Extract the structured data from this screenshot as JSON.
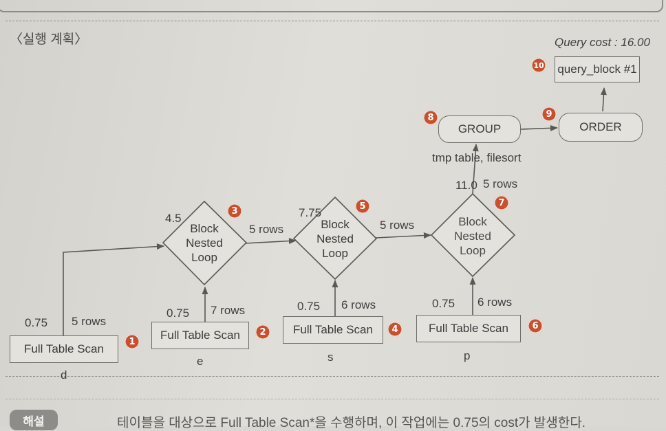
{
  "heading": "〈실행 계획〉",
  "query_cost": "Query cost : 16.00",
  "nodes": {
    "query_block": "query_block #1",
    "group": "GROUP",
    "order": "ORDER",
    "group_note": "tmp table, filesort",
    "scan_d": "Full Table Scan",
    "scan_e": "Full Table Scan",
    "scan_s": "Full Table Scan",
    "scan_p": "Full Table Scan",
    "bnl_1": "Block\nNested\nLoop",
    "bnl_2": "Block\nNested\nLoop",
    "bnl_3": "Block\nNested\nLoop"
  },
  "table_names": {
    "d": "d",
    "e": "e",
    "s": "s",
    "p": "p"
  },
  "badges": [
    "1",
    "2",
    "3",
    "4",
    "5",
    "6",
    "7",
    "8",
    "9",
    "10"
  ],
  "edges": {
    "d_cost": "0.75",
    "d_rows": "5 rows",
    "e_cost": "0.75",
    "e_rows": "7 rows",
    "s_cost": "0.75",
    "s_rows": "6 rows",
    "p_cost": "0.75",
    "p_rows": "6 rows",
    "bnl1_cost": "4.5",
    "bnl1_rows": "5 rows",
    "bnl2_cost": "7.75",
    "bnl2_rows": "5 rows",
    "bnl3_cost": "11.0",
    "bnl3_rows": "5 rows"
  },
  "footer": {
    "tag": "해설",
    "text": "테이블을 대상으로 Full Table Scan*을 수행하며, 이 작업에는 0.75의 cost가 발생한다."
  }
}
